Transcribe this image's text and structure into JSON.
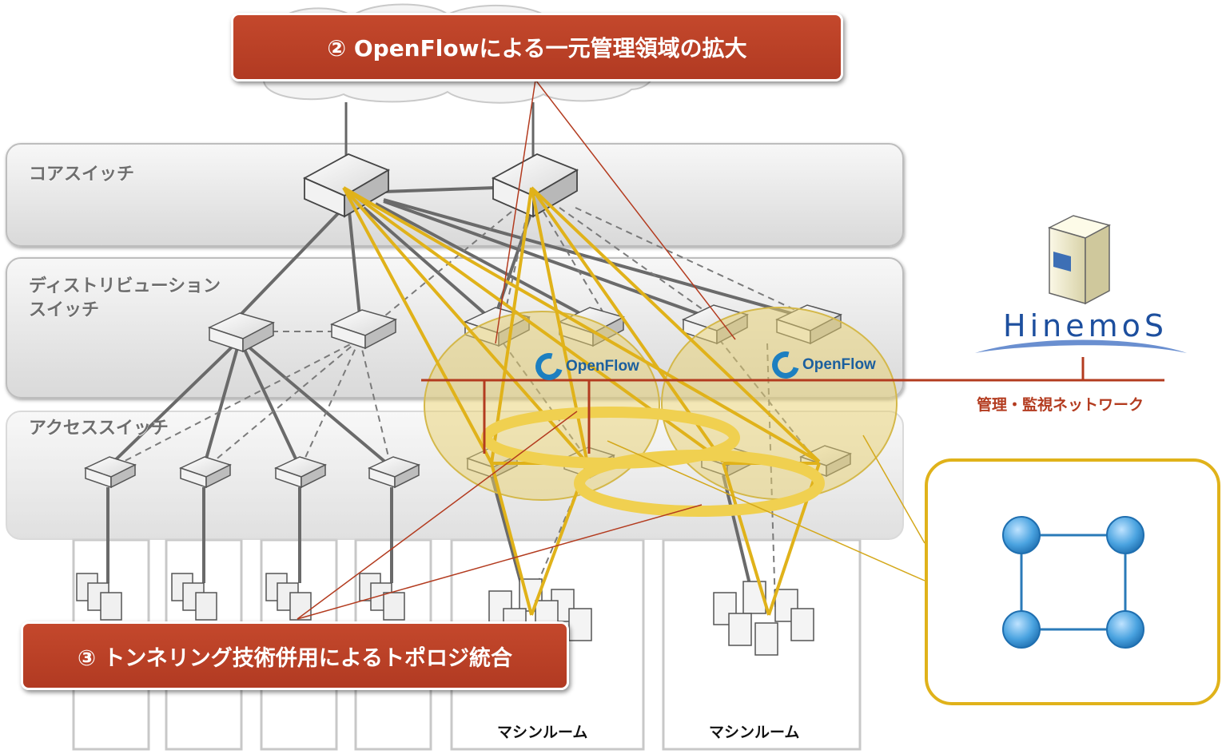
{
  "callouts": {
    "openflow": "② OpenFlowによる一元管理領域の拡大",
    "tunneling": "③ トンネリング技術併用によるトポロジ統合"
  },
  "layers": {
    "core": "コアスイッチ",
    "distribution": "ディストリビューション\nスイッチ",
    "access": "アクセススイッチ"
  },
  "openflow_logo": "OpenFlow",
  "management_network": "管理・監視ネットワーク",
  "hinemos_logo": "HinemoS",
  "machine_rooms": [
    "マシンルーム",
    "マシンルーム"
  ],
  "colors": {
    "callout_red": "#b83d24",
    "tunnel_gold": "#e0b21a",
    "mgmt_line": "#b33b1f",
    "topology_node": "#3d9ad8",
    "topology_line": "#2a7ab8"
  },
  "icons": [
    "cloud-icon",
    "switch-icon",
    "server-icon",
    "hinemos-server-icon",
    "openflow-logo-icon"
  ]
}
